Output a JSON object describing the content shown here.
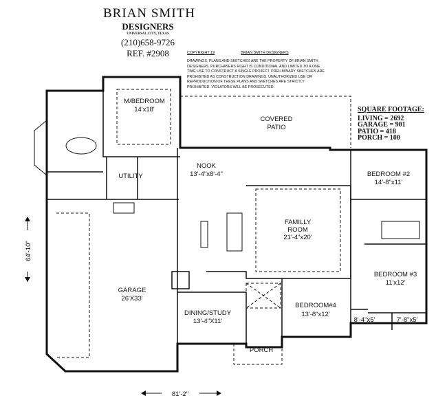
{
  "header": {
    "firm": "BRIAN SMITH",
    "subtitle": "DESIGNERS",
    "location": "UNIVERSAL CITY, TEXAS",
    "phone": "(210)658-9726",
    "ref": "REF. #2908"
  },
  "copyright": {
    "year_label": "COPYRIGHT 19",
    "owner": "BRIAN SMITH DESIGNERS",
    "notice": "DRAWINGS, PLANS AND SKETCHES ARE THE PROPERTY OF BRIAN SMITH DESIGNERS. PURCHASERS RIGHT IS CONDITIONAL AND LIMITED TO A ONE TIME USE TO CONSTRUCT A SINGLE PROJECT. PRELIMINARY SKETCHES ARE PROHIBITED AS CONSTRUCTION DRAWINGS. UNAUTHORIZED USE OR REPRODUCTION OF THESE PLANS AND SKETCHES ARE STRICTLY PROHIBITED. VIOLATORS WILL BE PROSECUTED."
  },
  "square_footage": {
    "title": "SQUARE FOOTAGE:",
    "items": [
      "LIVING = 2692",
      "GARAGE = 901",
      "PATIO = 418",
      "PORCH = 100"
    ]
  },
  "rooms": {
    "master": {
      "name": "M/BEDROOM",
      "size": "14'x18'"
    },
    "patio": {
      "name": "COVERED",
      "name2": "PATIO"
    },
    "nook": {
      "name": "NOOK",
      "size": "13'-4\"x8'-4\""
    },
    "utility": {
      "name": "UTILITY"
    },
    "family": {
      "name": "FAMILLY",
      "name2": "ROOM",
      "size": "21'-4\"x20'"
    },
    "bed2": {
      "name": "BEDROOM #2",
      "size": "14'-8\"x11'"
    },
    "bed3": {
      "name": "BEDROOM #3",
      "size": "11'x12'"
    },
    "garage": {
      "name": "GARAGE",
      "size": "26'X33'"
    },
    "dining": {
      "name": "DINING/STUDY",
      "size": "13'-4\"X11'"
    },
    "bed4": {
      "name": "BEDROOM#4",
      "size": "13'-8\"x12'"
    },
    "bath_a": {
      "size": "8'-4\"x5'"
    },
    "bath_b": {
      "size": "7'-8\"x5'"
    },
    "porch": {
      "name": "PORCH"
    }
  },
  "dimensions": {
    "depth": "64'-10\"",
    "width": "81'-2\""
  }
}
